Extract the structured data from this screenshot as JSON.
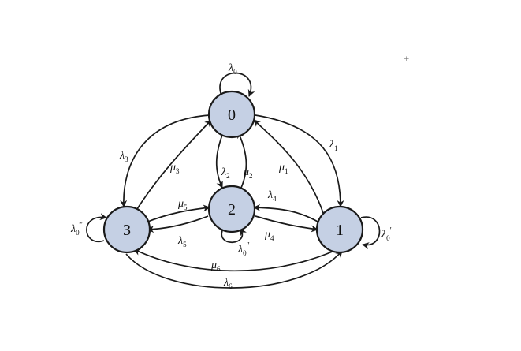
{
  "nodes": [
    {
      "id": "0",
      "label": "0"
    },
    {
      "id": "1",
      "label": "1"
    },
    {
      "id": "2",
      "label": "2"
    },
    {
      "id": "3",
      "label": "3"
    }
  ],
  "labels": {
    "self_0": {
      "base": "λ",
      "sub": "0",
      "sup": ""
    },
    "self_1": {
      "base": "λ",
      "sub": "0",
      "sup": "′"
    },
    "self_2": {
      "base": "λ",
      "sub": "0",
      "sup": "″"
    },
    "self_3": {
      "base": "λ",
      "sub": "0",
      "sup": "‴"
    },
    "e_0_1": {
      "base": "λ",
      "sub": "1",
      "sup": ""
    },
    "e_1_0": {
      "base": "μ",
      "sub": "1",
      "sup": ""
    },
    "e_0_3": {
      "base": "λ",
      "sub": "3",
      "sup": ""
    },
    "e_3_0": {
      "base": "μ",
      "sub": "3",
      "sup": ""
    },
    "e_0_2": {
      "base": "λ",
      "sub": "2",
      "sup": ""
    },
    "e_2_0": {
      "base": "μ",
      "sub": "2",
      "sup": ""
    },
    "e_1_2": {
      "base": "λ",
      "sub": "4",
      "sup": ""
    },
    "e_2_1": {
      "base": "μ",
      "sub": "4",
      "sup": ""
    },
    "e_3_2": {
      "base": "μ",
      "sub": "5",
      "sup": ""
    },
    "e_2_3": {
      "base": "λ",
      "sub": "5",
      "sup": ""
    },
    "e_1_3": {
      "base": "μ",
      "sub": "6",
      "sup": ""
    },
    "e_3_1": {
      "base": "λ",
      "sub": "6",
      "sup": ""
    }
  },
  "stray_mark": "+"
}
